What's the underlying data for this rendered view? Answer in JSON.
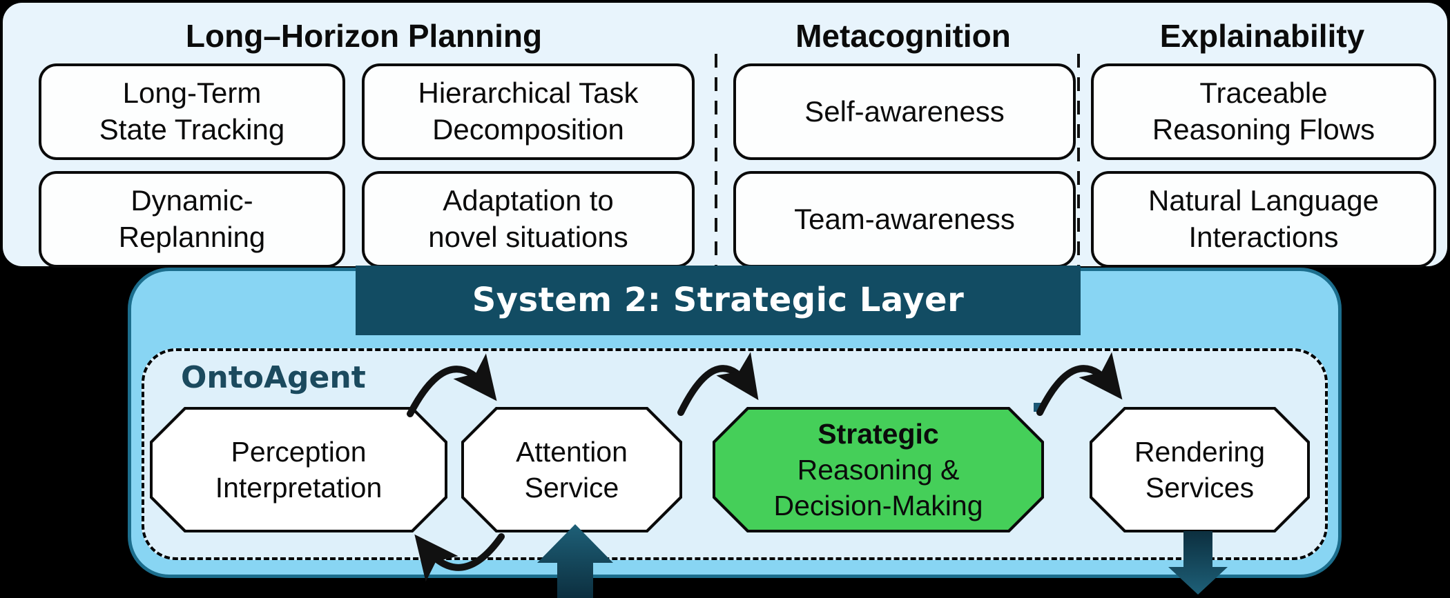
{
  "capabilities_panel": {
    "sections": [
      {
        "title": "Long–Horizon Planning"
      },
      {
        "title": "Metacognition"
      },
      {
        "title": "Explainability"
      }
    ],
    "boxes": [
      {
        "line1": "Long-Term",
        "line2": "State Tracking"
      },
      {
        "line1": "Hierarchical Task",
        "line2": "Decomposition"
      },
      {
        "line1": "Dynamic-",
        "line2": "Replanning"
      },
      {
        "line1": "Adaptation to",
        "line2": "novel situations"
      },
      {
        "line1": "Self-awareness",
        "line2": ""
      },
      {
        "line1": "Team-awareness",
        "line2": ""
      },
      {
        "line1": "Traceable",
        "line2": "Reasoning Flows"
      },
      {
        "line1": "Natural Language",
        "line2": "Interactions"
      }
    ]
  },
  "strategic_layer": {
    "banner_title": "System 2: Strategic Layer",
    "agent_label": "OntoAgent",
    "nodes": [
      {
        "line1": "Perception",
        "line2": "Interpretation"
      },
      {
        "line1": "Attention",
        "line2": "Service"
      },
      {
        "line1": "Strategic",
        "line2": "Reasoning &",
        "line3": "Decision-Making",
        "highlighted": "true"
      },
      {
        "line1": "Rendering",
        "line2": "Services"
      }
    ]
  },
  "colors": {
    "background": "#000000",
    "capabilities_panel_fill": "#e8f4fc",
    "capability_box_fill": "#fdfefe",
    "strategic_panel_fill": "#88d5f3",
    "strategic_panel_border": "#1c6e8d",
    "banner_fill": "#124c63",
    "banner_text": "#ffffff",
    "inner_panel_fill": "#def0fa",
    "highlight_node_fill": "#45cf59",
    "agent_label_text": "#1b4a5e",
    "flow_arrow": "#111111",
    "io_arrow_dark": "#0c2f3f",
    "io_arrow_light": "#1e6078"
  }
}
